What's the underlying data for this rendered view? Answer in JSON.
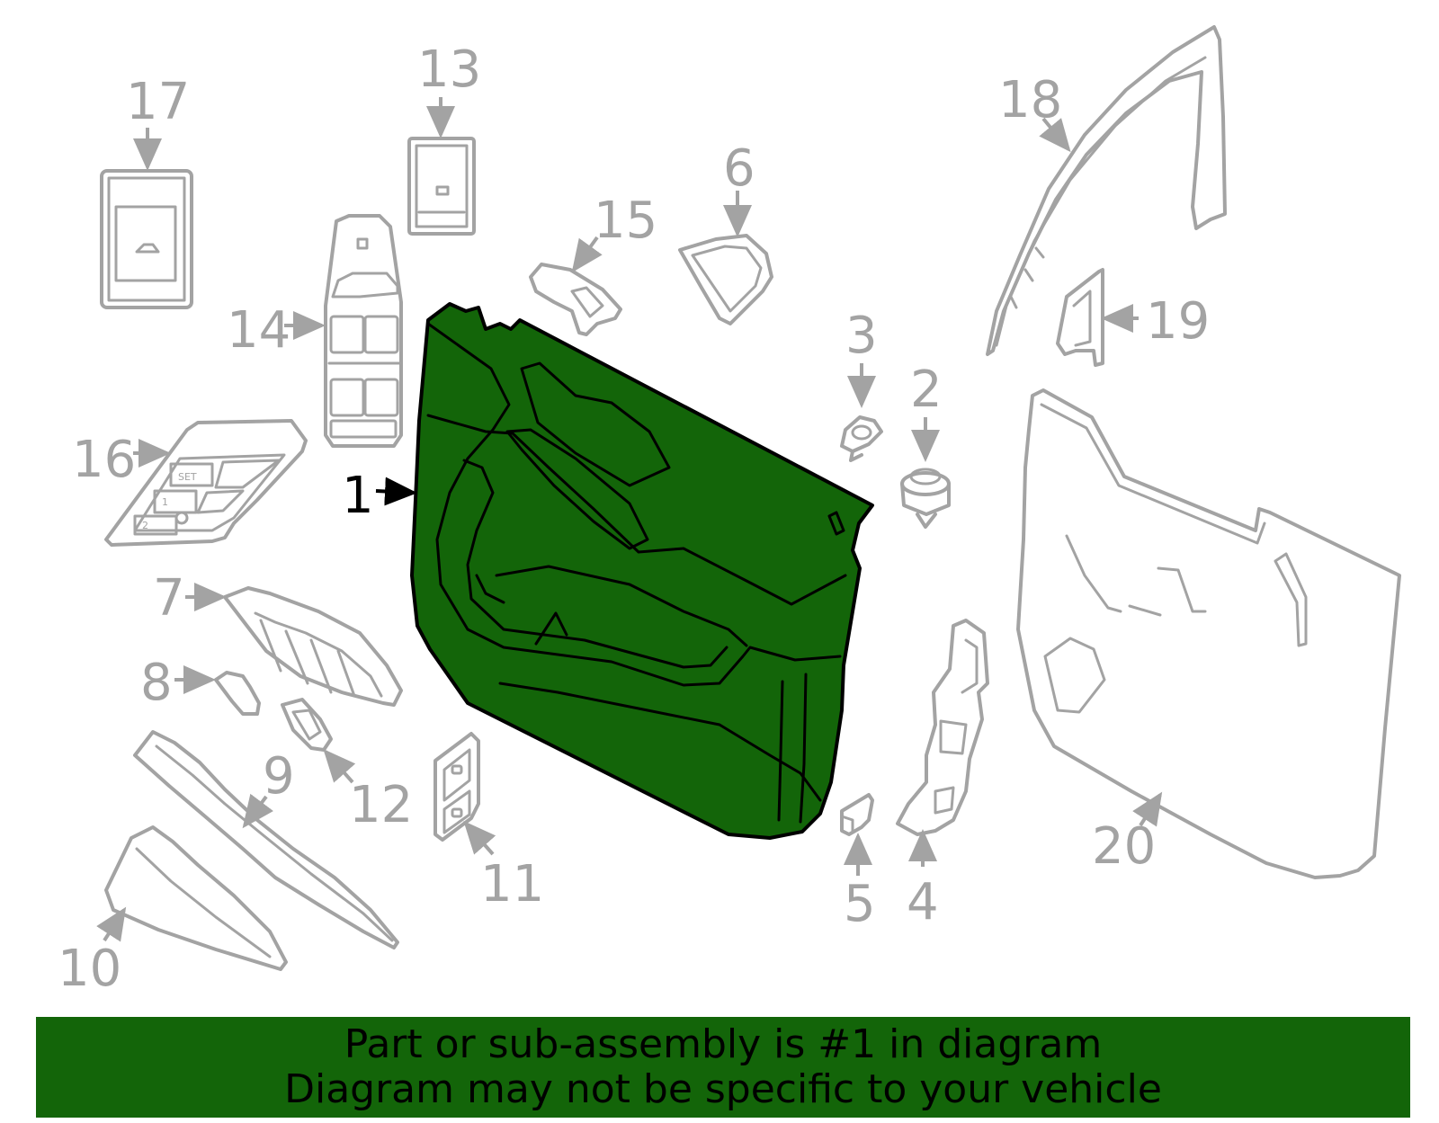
{
  "colors": {
    "highlight": "#136509",
    "part_stroke": "#a3a3a3",
    "banner_bg": "#136509",
    "text": "#000000"
  },
  "callouts": {
    "c1": "1",
    "c2": "2",
    "c3": "3",
    "c4": "4",
    "c5": "5",
    "c6": "6",
    "c7": "7",
    "c8": "8",
    "c9": "9",
    "c10": "10",
    "c11": "11",
    "c12": "12",
    "c13": "13",
    "c14": "14",
    "c15": "15",
    "c16": "16",
    "c17": "17",
    "c18": "18",
    "c19": "19",
    "c20": "20"
  },
  "switch_labels": {
    "set": "SET",
    "one": "1",
    "two": "2"
  },
  "banner": {
    "line1": "Part or sub-assembly is #1 in diagram",
    "line2": "Diagram may not be specific to your vehicle"
  }
}
